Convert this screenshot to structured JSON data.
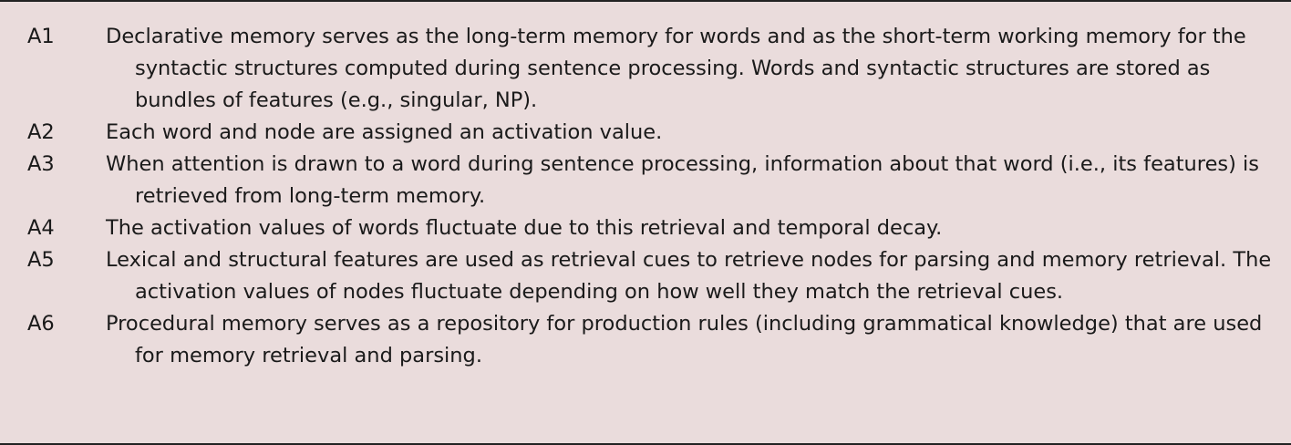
{
  "assumptions": [
    {
      "label": "A1",
      "text": "Declarative memory serves as the long-term memory for words and as the short-term working memory for the syntactic structures computed during sentence processing. Words and syntactic structures are stored as bundles of features (e.g., singular, NP)."
    },
    {
      "label": "A2",
      "text": "Each word and node are assigned an activation value."
    },
    {
      "label": "A3",
      "text": "When attention is drawn to a word during sentence processing, information about that word (i.e., its features) is retrieved from long-term memory."
    },
    {
      "label": "A4",
      "text": "The activation values of words fluctuate due to this retrieval and temporal decay."
    },
    {
      "label": "A5",
      "text": "Lexical and structural features are used as retrieval cues to retrieve nodes for parsing and memory retrieval. The activation values of nodes fluctuate depending on how well they match the retrieval cues."
    },
    {
      "label": "A6",
      "text": "Procedural memory serves as a repository for production rules (including grammatical knowledge) that are used for memory retrieval and parsing."
    }
  ]
}
